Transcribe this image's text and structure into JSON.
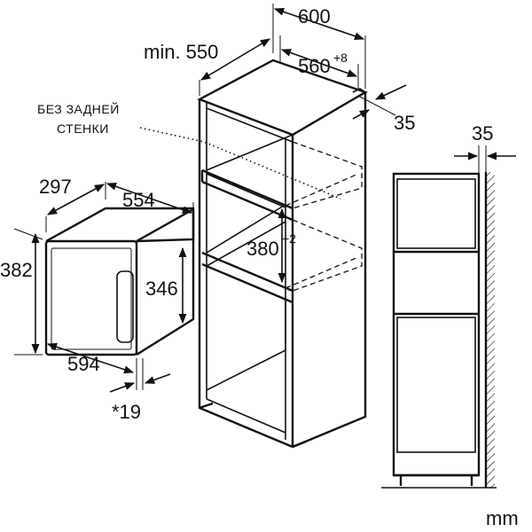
{
  "dimensions": {
    "cabinet_width": "600",
    "min_depth": "min. 550",
    "inner_width": "560",
    "inner_width_tol": "+8",
    "rear_gap": "35",
    "niche_height": "380",
    "niche_height_tol": "+2",
    "appliance_depth": "297",
    "appliance_width_top": "554",
    "appliance_height": "382",
    "door_height": "346",
    "appliance_width": "594",
    "door_projection": "*19",
    "side_gap": "35"
  },
  "labels": {
    "no_back_wall_line1": "БЕЗ ЗАДНЕЙ",
    "no_back_wall_line2": "СТЕНКИ",
    "unit": "mm"
  },
  "colors": {
    "line": "#111111",
    "background": "#ffffff"
  }
}
